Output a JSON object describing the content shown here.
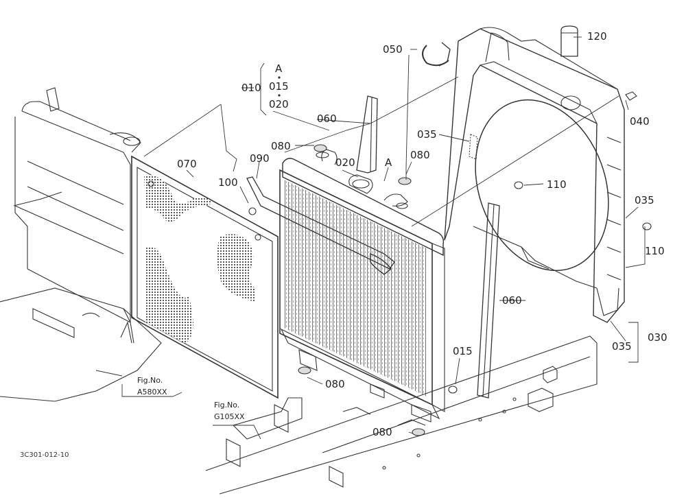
{
  "labels": {
    "p010": "010",
    "p010_a": "A",
    "p010_015": "015",
    "p010_020": "020",
    "p050": "050",
    "p120": "120",
    "p060_top": "060",
    "p035_top": "035",
    "p040": "040",
    "p080_left": "080",
    "p080_mid": "080",
    "p070": "070",
    "p090": "090",
    "p020": "020",
    "pA": "A",
    "p110_center": "110",
    "p035_right": "035",
    "p100": "100",
    "p110_right": "110",
    "p060_bottom": "060",
    "p035_bottom": "035",
    "p030": "030",
    "p015": "015",
    "p080_bottom1": "080",
    "p080_bottom2": "080"
  },
  "references": {
    "fig_a_line1": "Fig.No.",
    "fig_a_line2": "A580XX",
    "fig_g_line1": "Fig.No.",
    "fig_g_line2": "G105XX"
  },
  "drawing_code": "3C301-012-10",
  "colors": {
    "line": "#333333",
    "hatch": "#555555",
    "background": "#ffffff"
  }
}
